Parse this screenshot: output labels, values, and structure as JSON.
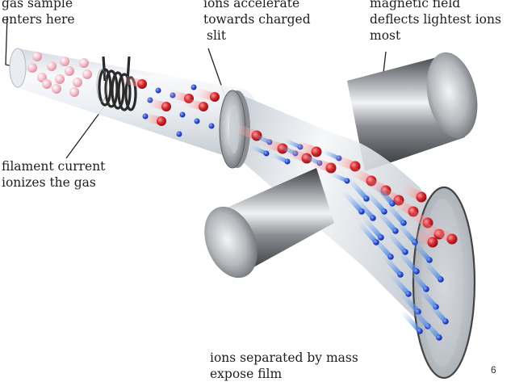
{
  "labels": {
    "gas_sample": [
      "gas sample",
      "enters here"
    ],
    "ions_accelerate": [
      "ions accelerate",
      "towards charged",
      "slit"
    ],
    "magnetic_field": [
      "magnetic field",
      "deflects lightest ions",
      "most"
    ],
    "filament": [
      "filament current",
      "ionizes the gas"
    ],
    "separated": [
      "ions separated by mass",
      "expose film"
    ]
  },
  "page_number": "6",
  "colors": {
    "ion_red": "#c8202a",
    "ion_blue": "#2a4fd0",
    "ion_trail_blue": "#4d8fe6",
    "gas_pink": "#f3b8c6",
    "tube_glass": "#e8edf3",
    "magnet_metal": "#7a7d82",
    "coil": "#2c2c2c",
    "film": "#b9bdc4"
  },
  "icons": [
    "heating-filament-coil",
    "charged-slit-disk",
    "magnet-pole-cylinder",
    "photographic-film-plate"
  ]
}
